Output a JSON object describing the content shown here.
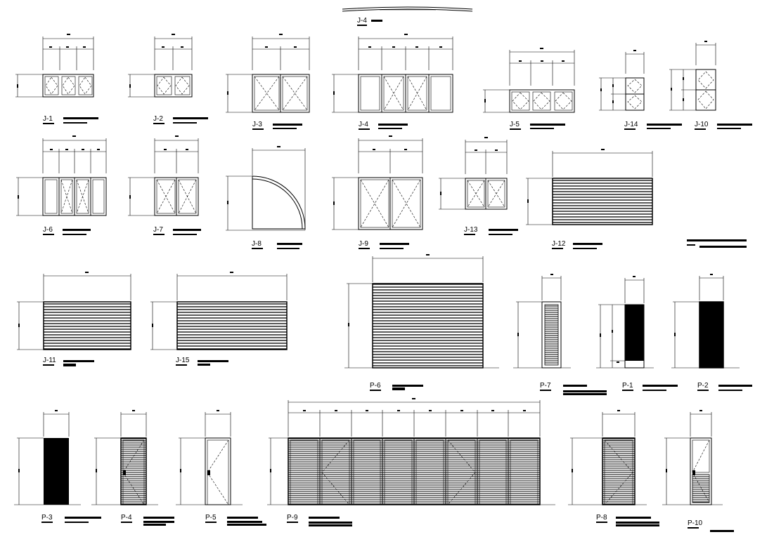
{
  "sheet": {
    "labels": {
      "j1": "J-1",
      "j2": "J-2",
      "j3": "J-3",
      "j4": "J-4",
      "j4_plan": "J-4",
      "j5": "J-5",
      "j14": "J-14",
      "j10": "J-10",
      "j6": "J-6",
      "j7": "J-7",
      "j8": "J-8",
      "j9": "J-9",
      "j13": "J-13",
      "j12": "J-12",
      "j11": "J-11",
      "j15": "J-15",
      "p6": "P-6",
      "p7": "P-7",
      "p1": "P-1",
      "p2": "P-2",
      "p3": "P-3",
      "p4": "P-4",
      "p5": "P-5",
      "p9": "P-9",
      "p8": "P-8",
      "p10": "P-10"
    }
  }
}
